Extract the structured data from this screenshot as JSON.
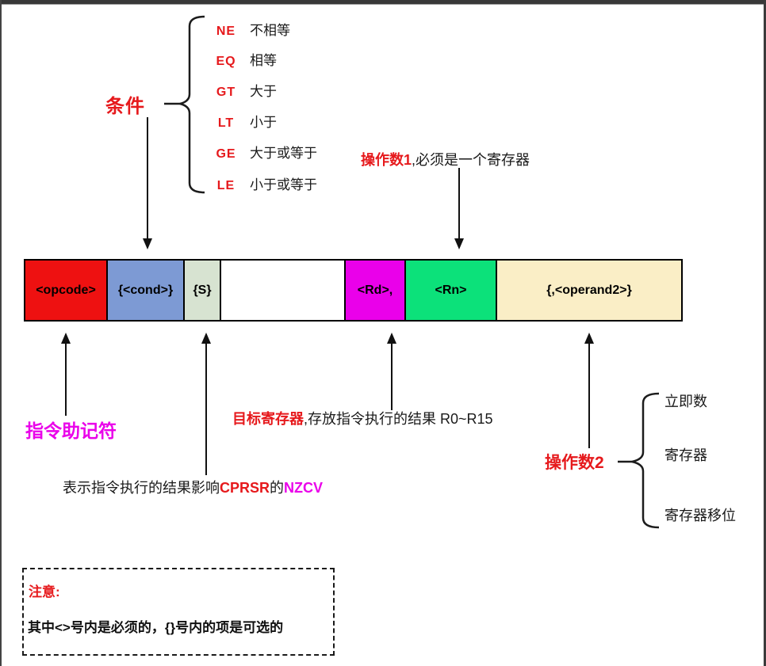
{
  "diagram": {
    "condition": {
      "label": "条件",
      "items": [
        {
          "code": "NE",
          "text": "不相等"
        },
        {
          "code": "EQ",
          "text": "相等"
        },
        {
          "code": "GT",
          "text": "大于"
        },
        {
          "code": "LT",
          "text": "小于"
        },
        {
          "code": "GE",
          "text": "大于或等于"
        },
        {
          "code": "LE",
          "text": "小于或等于"
        }
      ]
    },
    "bar": {
      "segments": [
        {
          "label": "<opcode>",
          "color": "#ee1111"
        },
        {
          "label": "{<cond>}",
          "color": "#7d9ad4"
        },
        {
          "label": "{S}",
          "color": "#d7e3d1"
        },
        {
          "label": "",
          "color": "#ffffff"
        },
        {
          "label": "<Rd>,",
          "color": "#ea00ea"
        },
        {
          "label": "<Rn>",
          "color": "#0ce17a"
        },
        {
          "label": "{,<operand2>}",
          "color": "#faeec6"
        }
      ]
    },
    "operand1": {
      "highlight": "操作数1",
      "rest": ",必须是一个寄存器"
    },
    "mnemonic": {
      "label": "指令助记符"
    },
    "dest_register": {
      "highlight": "目标寄存器",
      "rest": ",存放指令执行的结果 R0~R15"
    },
    "s_flag": {
      "prefix": "表示指令执行的结果影响",
      "cprsr": "CPRSR",
      "mid": "的",
      "nzcv": "NZCV"
    },
    "operand2": {
      "label": "操作数2",
      "options": [
        "立即数",
        "寄存器",
        "寄存器移位"
      ]
    },
    "note": {
      "title": "注意:",
      "body": "其中<>号内是必须的，{}号内的项是可选的"
    }
  },
  "colors": {
    "text_red": "#e6191c",
    "text_magenta": "#ea00ea",
    "arrow_black": "#111111",
    "bar_red": "#ee1111",
    "bar_blue": "#7d9ad4",
    "bar_green_light": "#d7e3d1",
    "bar_magenta": "#ea00ea",
    "bar_green": "#0ce17a",
    "bar_cream": "#faeec6"
  }
}
